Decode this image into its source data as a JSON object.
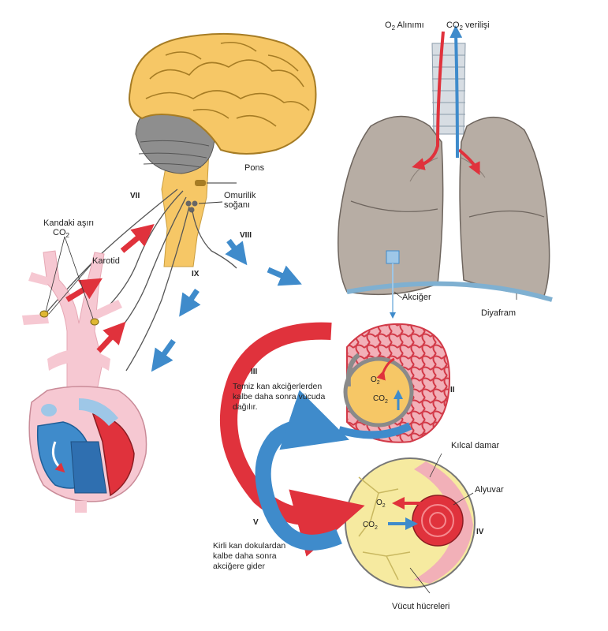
{
  "labels": {
    "o2_intake": "O",
    "o2_intake_sub": "2",
    "o2_intake_rest": " Alınımı",
    "co2_release": "CO",
    "co2_release_sub": "2",
    "co2_release_rest": " verilişi",
    "pons": "Pons",
    "medulla_line1": "Omurilik",
    "medulla_line2": "soğanı",
    "excess_co2_line1": "Kandaki aşırı",
    "excess_co2_line2": "CO",
    "excess_co2_line2_sub": "2",
    "carotid": "Karotid",
    "lung": "Akciğer",
    "diaphragm": "Diyafram",
    "capillary": "Kılcal damar",
    "erythrocyte": "Alyuvar",
    "body_cells": "Vücut hücreleri",
    "alv_o2": "O",
    "alv_o2_sub": "2",
    "alv_co2": "CO",
    "alv_co2_sub": "2",
    "cell_o2": "O",
    "cell_o2_sub": "2",
    "cell_co2": "CO",
    "cell_co2_sub": "2",
    "clean_blood_1": "Temiz kan akciğerlerden",
    "clean_blood_2": "kalbe daha sonra vücuda",
    "clean_blood_3": "dağılır.",
    "dirty_blood_1": "Kirli kan dokulardan",
    "dirty_blood_2": "kalbe daha sonra",
    "dirty_blood_3": "akciğere gider"
  },
  "roman": {
    "vii": "VII",
    "viii": "VIII",
    "ix": "IX",
    "iii": "III",
    "ii": "II",
    "iv": "IV",
    "v": "V"
  },
  "colors": {
    "oxygenated": "#e0323c",
    "deoxygenated": "#3f8bcb",
    "brain": "#f6c766",
    "lung": "#b7ada4",
    "artery_pink": "#f6c8d2"
  }
}
